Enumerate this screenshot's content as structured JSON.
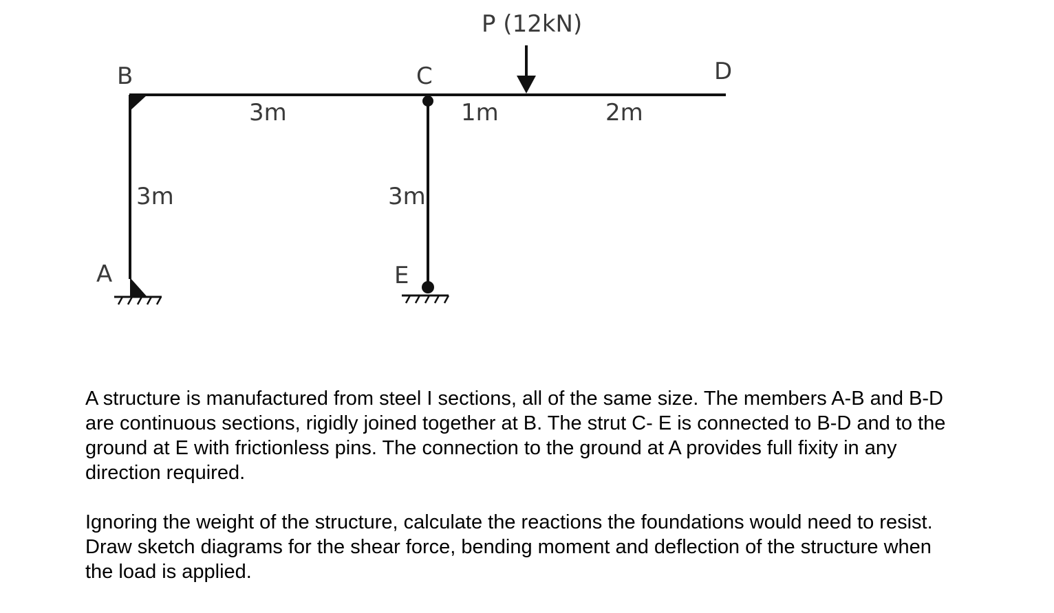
{
  "diagram": {
    "labels": {
      "load": "P (12kN)",
      "node_a": "A",
      "node_b": "B",
      "node_c": "C",
      "node_d": "D",
      "node_e": "E"
    },
    "dimensions": {
      "bc": "3m",
      "c_to_load": "1m",
      "load_to_d": "2m",
      "ab": "3m",
      "ce": "3m"
    }
  },
  "text": {
    "paragraph_1": "A structure is manufactured from steel I sections, all of the same size. The members A-B and B-D are continuous sections, rigidly joined together at B. The strut C- E is connected to B-D and to the ground at E with frictionless pins. The connection to the ground at A provides full fixity in any direction required.",
    "paragraph_2": "Ignoring the weight of the structure, calculate the reactions the foundations would need to resist. Draw sketch diagrams for the shear force, bending moment and deflection of the structure when the load is applied."
  }
}
